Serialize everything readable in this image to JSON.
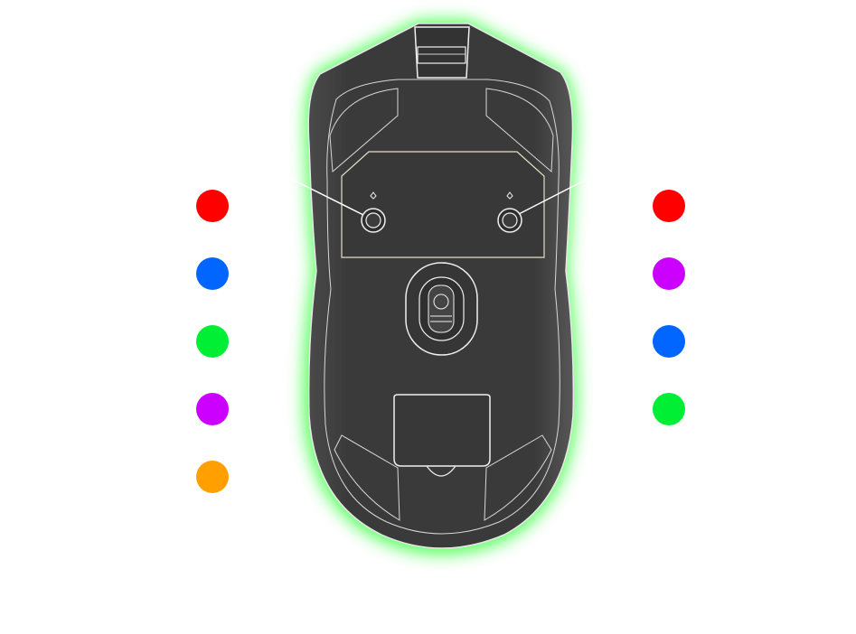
{
  "mouse": {
    "glow_color": "#39ff3f",
    "body_color": "#3a3a3a"
  },
  "left_swatches": [
    {
      "name": "red",
      "color": "#ff0000"
    },
    {
      "name": "blue",
      "color": "#0066ff"
    },
    {
      "name": "green",
      "color": "#00ee33"
    },
    {
      "name": "purple",
      "color": "#cc00ff"
    },
    {
      "name": "orange",
      "color": "#ffa000"
    }
  ],
  "right_swatches": [
    {
      "name": "red",
      "color": "#ff0000"
    },
    {
      "name": "purple",
      "color": "#cc00ff"
    },
    {
      "name": "blue",
      "color": "#0066ff"
    },
    {
      "name": "green",
      "color": "#00ee33"
    }
  ]
}
